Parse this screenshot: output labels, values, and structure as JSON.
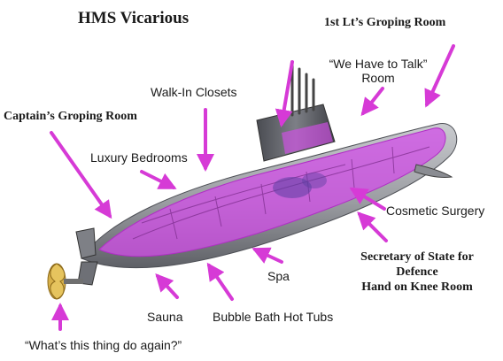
{
  "title": "HMS Vicarious",
  "labels": {
    "first_lt": "1st Lt’s Groping Room",
    "we_have_to_talk_1": "“We Have to Talk”",
    "we_have_to_talk_2": "Room",
    "walk_in_closets": "Walk-In Closets",
    "captain": "Captain’s Groping Room",
    "luxury_bedrooms": "Luxury Bedrooms",
    "cosmetic_surgery": "Cosmetic Surgery",
    "secretary_1": "Secretary of State for",
    "secretary_2": "Defence",
    "secretary_3": "Hand on Knee Room",
    "spa": "Spa",
    "sauna": "Sauna",
    "bubble_bath": "Bubble Bath Hot Tubs",
    "propeller_question": "“What’s this thing do again?”"
  },
  "colors": {
    "arrow": "#d63ad6",
    "highlight": "#d24ee8",
    "hull": "#9a9ca1",
    "hull_dark": "#5e6066",
    "propeller": "#d8b14a"
  }
}
